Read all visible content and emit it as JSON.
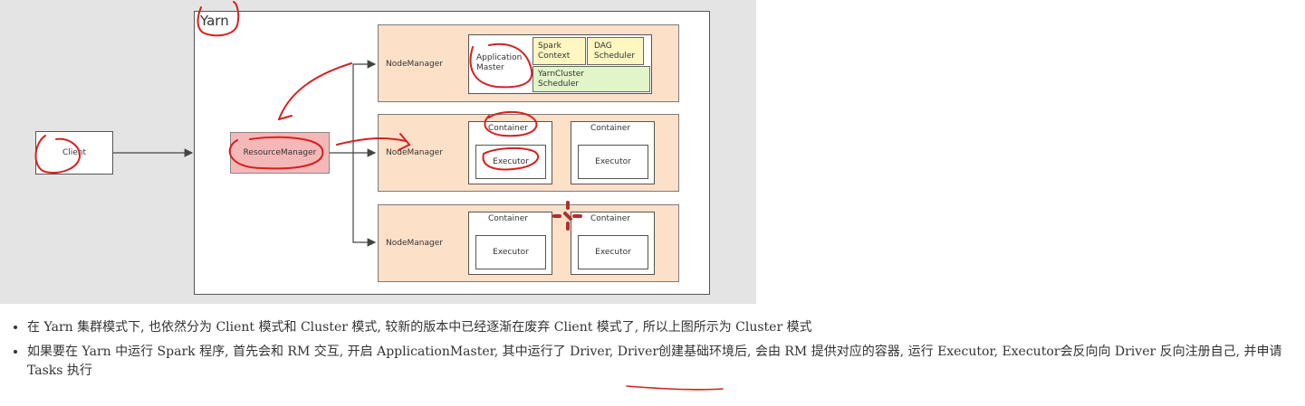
{
  "diagram": {
    "yarn_label": "Yarn",
    "client_label": "Client",
    "resource_manager_label": "ResourceManager",
    "node_managers": [
      {
        "label": "NodeManager",
        "app_master": "Application Master",
        "spark_context": "Spark Context",
        "dag_scheduler": "DAG Scheduler",
        "yarn_cluster_scheduler": "YarnCluster Scheduler"
      },
      {
        "label": "NodeManager",
        "containers": [
          {
            "title": "Container",
            "executor": "Executor"
          },
          {
            "title": "Container",
            "executor": "Executor"
          }
        ]
      },
      {
        "label": "NodeManager",
        "containers": [
          {
            "title": "Container",
            "executor": "Executor"
          },
          {
            "title": "Container",
            "executor": "Executor"
          }
        ]
      }
    ],
    "colors": {
      "background": "#e4e4e4",
      "node_fill": "#fde0c8",
      "resource_manager_fill": "#f4b8b8",
      "spark_fill": "#fff6c0",
      "scheduler_fill": "#e2f5c8",
      "annotation_red": "#d62020"
    }
  },
  "notes": [
    "在 Yarn 集群模式下, 也依然分为 Client 模式和 Cluster 模式, 较新的版本中已经逐渐在废弃 Client 模式了, 所以上图所示为 Cluster 模式",
    "如果要在 Yarn 中运行 Spark 程序, 首先会和 RM 交互, 开启 ApplicationMaster, 其中运行了 Driver, Driver创建基础环境后, 会由 RM 提供对应的容器, 运行 Executor, Executor会反向向 Driver 反向注册自己, 并申请 Tasks 执行"
  ]
}
